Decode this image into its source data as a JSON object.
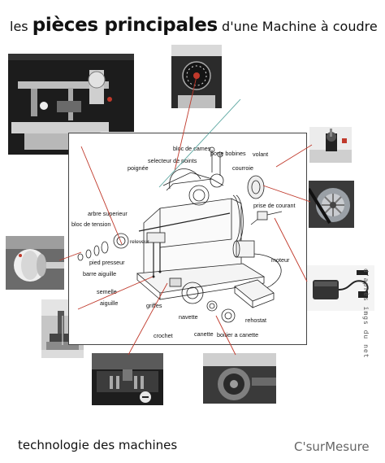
{
  "title": {
    "prefix": "les",
    "main": "pièces principales",
    "suffix": "d'une Machine à coudre"
  },
  "footer": {
    "left": "technologie des machines",
    "right": "C'surMesure"
  },
  "credit": "d'après imgs du net",
  "labels": {
    "bloc_de_cames": "bloc de cames",
    "selecteur_de_points": "selecteur de points",
    "porte_bobines": "porte bobines",
    "volant": "volant",
    "courroie": "courroie",
    "poignee": "poignée",
    "arbre_superieur": "arbre superieur",
    "bloc_de_tension": "bloc de tension",
    "releveur": "releveur",
    "prise_de_courant": "prise de courant",
    "pied_presseur": "pied presseur",
    "barre_aiguille": "barre aiguille",
    "moteur": "moteur",
    "semelle": "semelle",
    "aiguille": "aiguille",
    "griffes": "griffes",
    "navette": "navette",
    "rehostat": "rehostat",
    "crochet": "crochet",
    "canette": "canette",
    "boitier_a_canette": "boitier a canette"
  },
  "colors": {
    "leader_line": "#c0392b",
    "teal_line": "#5aa6a0",
    "diagram_border": "#444444"
  },
  "photos": [
    {
      "id": "machine-overview",
      "icon": "sewing-machine-photo"
    },
    {
      "id": "stitch-selector",
      "icon": "dial-photo"
    },
    {
      "id": "bobbin-winder",
      "icon": "spool-pin-photo"
    },
    {
      "id": "handwheel-belt",
      "icon": "belt-pulley-photo"
    },
    {
      "id": "tension-unit",
      "icon": "tension-disc-photo"
    },
    {
      "id": "foot-pedal",
      "icon": "pedal-photo"
    },
    {
      "id": "presser-foot",
      "icon": "presser-foot-photo"
    },
    {
      "id": "feed-dogs",
      "icon": "feed-dog-photo"
    },
    {
      "id": "hook-shuttle",
      "icon": "shuttle-hook-photo"
    }
  ]
}
